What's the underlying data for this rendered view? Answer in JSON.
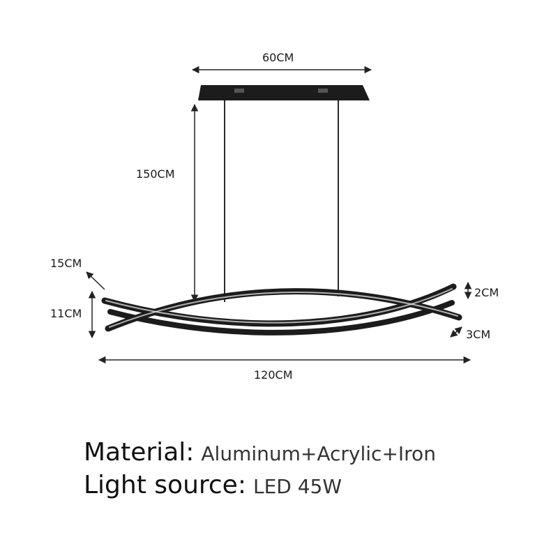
{
  "dimensions": {
    "top_width": "60CM",
    "cable_length": "150CM",
    "end_angle": "15CM",
    "height": "11CM",
    "tube_height": "2CM",
    "tube_depth": "3CM",
    "total_width": "120CM"
  },
  "specs": {
    "material_label": "Material:",
    "material_value": "Aluminum+Acrylic+Iron",
    "light_label": "Light source:",
    "light_value": "LED 45W"
  },
  "colors": {
    "fixture": "#1c1c1c",
    "dimension_line": "#222222"
  }
}
